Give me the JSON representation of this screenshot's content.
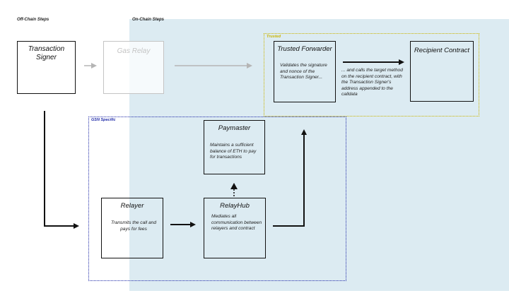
{
  "labels": {
    "off_chain": "Off-Chain Steps",
    "on_chain": "On-Chain Steps",
    "trusted": "Trusted",
    "gsn_specific": "GSN Specific"
  },
  "boxes": {
    "transaction_signer": {
      "title": "Transaction Signer"
    },
    "gas_relay": {
      "title": "Gas Relay"
    },
    "trusted_forwarder": {
      "title": "Trusted Forwarder",
      "body": "Validates the signature and nonce of the Transaction Signer..."
    },
    "recipient_contract": {
      "title": "Recipient Contract"
    },
    "paymaster": {
      "title": "Paymaster",
      "body": "Maintains a sufficient balance of ETH to pay for transactions"
    },
    "relayer": {
      "title": "Relayer",
      "body": "Transmits the call and pays for fees"
    },
    "relayhub": {
      "title": "RelayHub",
      "body": "Mediates all communication between relayers and contract"
    }
  },
  "annotations": {
    "forwarder_to_recipient": "... and calls the target method on the recipient contract, with the Transaction Signer's address appended to the calldata"
  },
  "colors": {
    "on_chain_bg": "#dcebf2",
    "trusted_border": "#c9b400",
    "gsn_border": "#1f2aa8",
    "faded": "#b5b5b5"
  }
}
